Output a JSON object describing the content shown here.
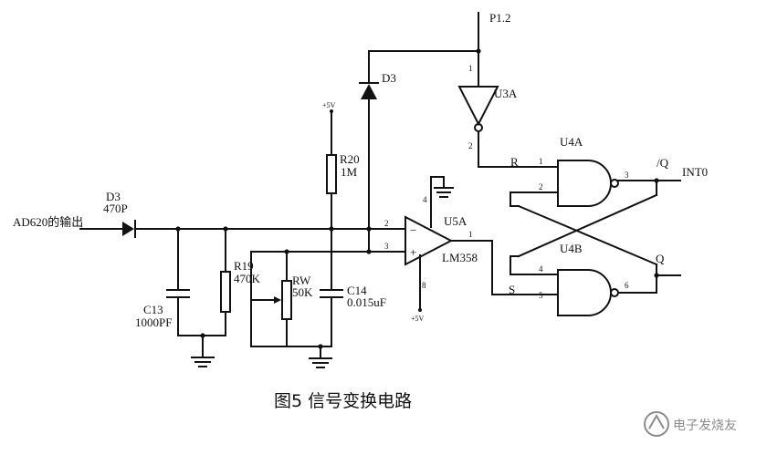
{
  "caption": "图5  信号变换电路",
  "watermark": {
    "text": "电子发烧友",
    "icon": "electronics-fan-logo-icon"
  },
  "signals": {
    "input": "AD620的输出",
    "p12": "P1.2",
    "int0": "INT0",
    "q_bar": "/Q",
    "q": "Q",
    "r": "R",
    "s": "S"
  },
  "components": {
    "d3_input": {
      "ref": "D3",
      "value": "470P"
    },
    "d3_top": {
      "ref": "D3"
    },
    "r20": {
      "ref": "R20",
      "value": "1M"
    },
    "r19": {
      "ref": "R19",
      "value": "470K"
    },
    "rw": {
      "ref": "RW",
      "value": "50K"
    },
    "c13": {
      "ref": "C13",
      "value": "1000PF"
    },
    "c14": {
      "ref": "C14",
      "value": "0.015uF"
    },
    "u5a": {
      "ref": "U5A",
      "part": "LM358"
    },
    "u3a": {
      "ref": "U3A"
    },
    "u4a": {
      "ref": "U4A"
    },
    "u4b": {
      "ref": "U4B"
    }
  },
  "supplies": {
    "vcc_r20": "+5V",
    "vcc_u5a": "+5V"
  },
  "pins": {
    "u3a_in": "1",
    "u3a_out": "2",
    "u5a_inv": "2",
    "u5a_noninv": "3",
    "u5a_out": "1",
    "u5a_gnd": "4",
    "u5a_vcc": "8",
    "u4a_in1": "1",
    "u4a_in2": "2",
    "u4a_out": "3",
    "u4b_in1": "4",
    "u4b_in2": "5",
    "u4b_out": "6",
    "minus": "−",
    "plus": "+"
  }
}
